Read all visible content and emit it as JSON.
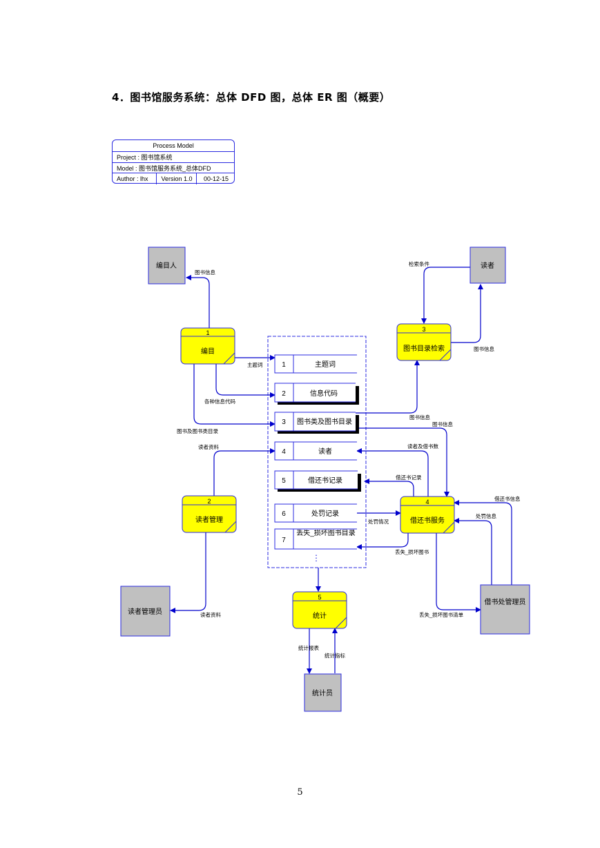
{
  "heading": "4．图书馆服务系统：总体 DFD 图，总体 ER 图（概要）",
  "process_model": {
    "title": "Process Model",
    "project": "Project : 图书馆系统",
    "model": "Model  : 图书馆服务系统_总体DFD",
    "author": "Author : lhx",
    "version": "Version  1.0",
    "date": "00-12-15"
  },
  "colors": {
    "process_fill": "#ffff00",
    "entity_fill": "#c0c0c0",
    "line": "#0000cc",
    "border": "#2a2ae0"
  },
  "entities": {
    "cataloger": "编目人",
    "reader": "读者",
    "reader_admin": "读者管理员",
    "lending_admin": "借书处管理员",
    "statistician": "统计员"
  },
  "processes": {
    "p1": {
      "num": "1",
      "name": "编目"
    },
    "p2": {
      "num": "2",
      "name": "读者管理"
    },
    "p3": {
      "num": "3",
      "name": "图书目录检索"
    },
    "p4": {
      "num": "4",
      "name": "借还书服务"
    },
    "p5": {
      "num": "5",
      "name": "统计"
    }
  },
  "stores": [
    {
      "num": "1",
      "name": "主题词"
    },
    {
      "num": "2",
      "name": "信息代码"
    },
    {
      "num": "3",
      "name": "图书类及图书目录"
    },
    {
      "num": "4",
      "name": "读者"
    },
    {
      "num": "5",
      "name": "借还书记录"
    },
    {
      "num": "6",
      "name": "处罚记录"
    },
    {
      "num": "7",
      "name": "丢失_损坏图书目录"
    }
  ],
  "store_ellipsis": "⋮",
  "flows": {
    "cat_book_info": "图书信息",
    "search_cond": "检索条件",
    "reader_book_info": "图书信息",
    "subject": "主题词",
    "info_codes": "各种信息代码",
    "book_cat_catalog": "图书及图书类目录",
    "p3_book_info": "图书信息",
    "p4_book_info": "图书信息",
    "reader_data_top": "读者资料",
    "reader_borrow": "读者及借书数",
    "borrow_rec": "借还书记录",
    "penalty": "处罚情况",
    "lost_books": "丢失_损坏图书",
    "admin_borrow": "借还书信息",
    "admin_penalty": "处罚信息",
    "lost_list": "丢失_损坏图书清单",
    "reader_data_bottom": "读者资料",
    "stat_report": "统计报表",
    "stat_index": "统计指标"
  },
  "page_number": "5"
}
